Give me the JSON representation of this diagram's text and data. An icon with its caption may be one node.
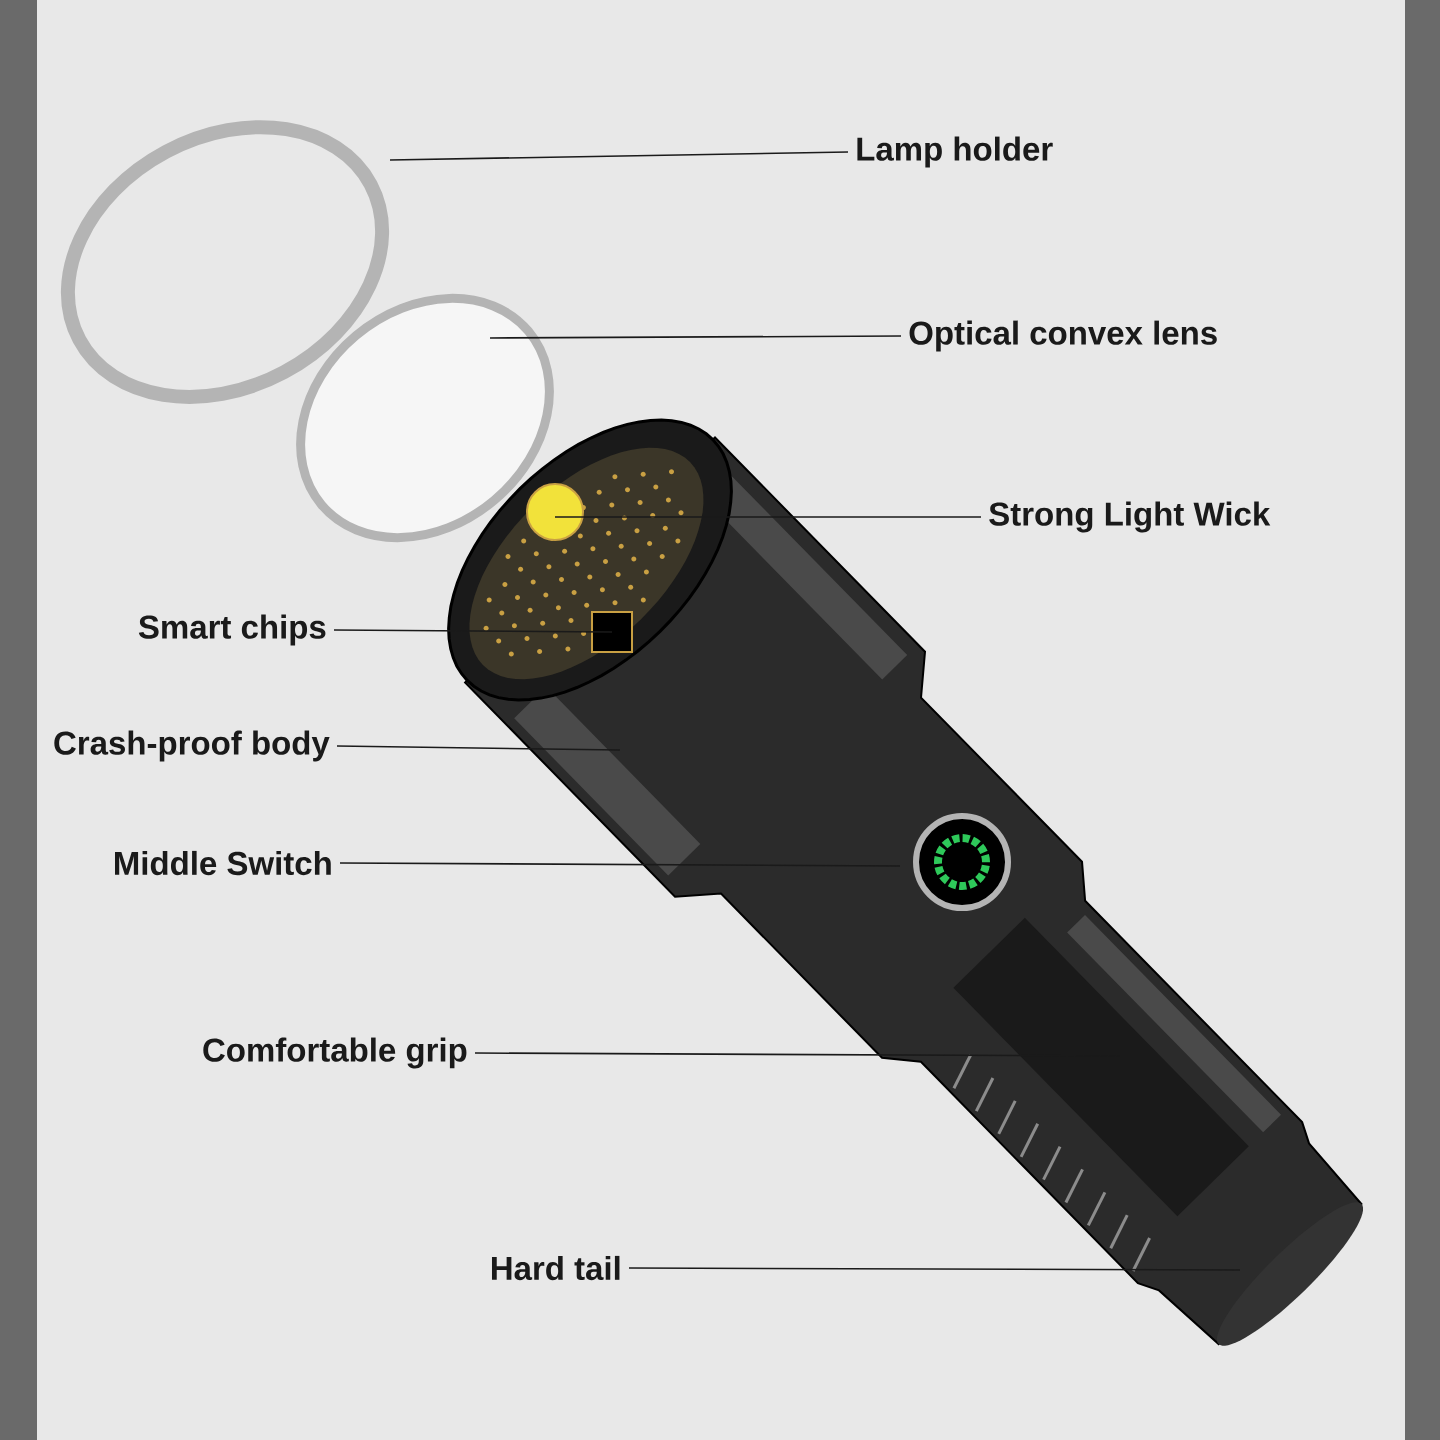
{
  "diagram": {
    "nodes": [
      {
        "text": [
          "Lamp holder"
        ]
      },
      {
        "text": [
          "Optical convex lens"
        ]
      },
      {
        "text": [
          "Strong Light Wick"
        ]
      },
      {
        "text": [
          "Smart chips"
        ]
      },
      {
        "text": [
          "Crash-proof body"
        ]
      },
      {
        "text": [
          "Middle Switch"
        ]
      },
      {
        "text": [
          "Comfortable grip"
        ]
      },
      {
        "text": [
          "Hard tail"
        ]
      },
      {
        "text": [],
        "shape": "circle"
      },
      {
        "text": [],
        "shape": "circle"
      },
      {
        "text": [],
        "shape": "circle"
      },
      {
        "text": [],
        "shape": "box"
      },
      {
        "text": [],
        "shape": "circle"
      }
    ],
    "edges": [
      {
        "from": 0,
        "to": 8,
        "arrow": "none"
      },
      {
        "from": 1,
        "to": 9,
        "arrow": "none"
      },
      {
        "from": 2,
        "to": 10,
        "arrow": "none"
      },
      {
        "from": 3,
        "to": 11,
        "arrow": "none"
      },
      {
        "from": 4,
        "to": null,
        "arrow": "none"
      },
      {
        "from": 5,
        "to": 12,
        "arrow": "none"
      },
      {
        "from": 6,
        "to": null,
        "arrow": "none"
      },
      {
        "from": 7,
        "to": null,
        "arrow": "none"
      }
    ]
  }
}
